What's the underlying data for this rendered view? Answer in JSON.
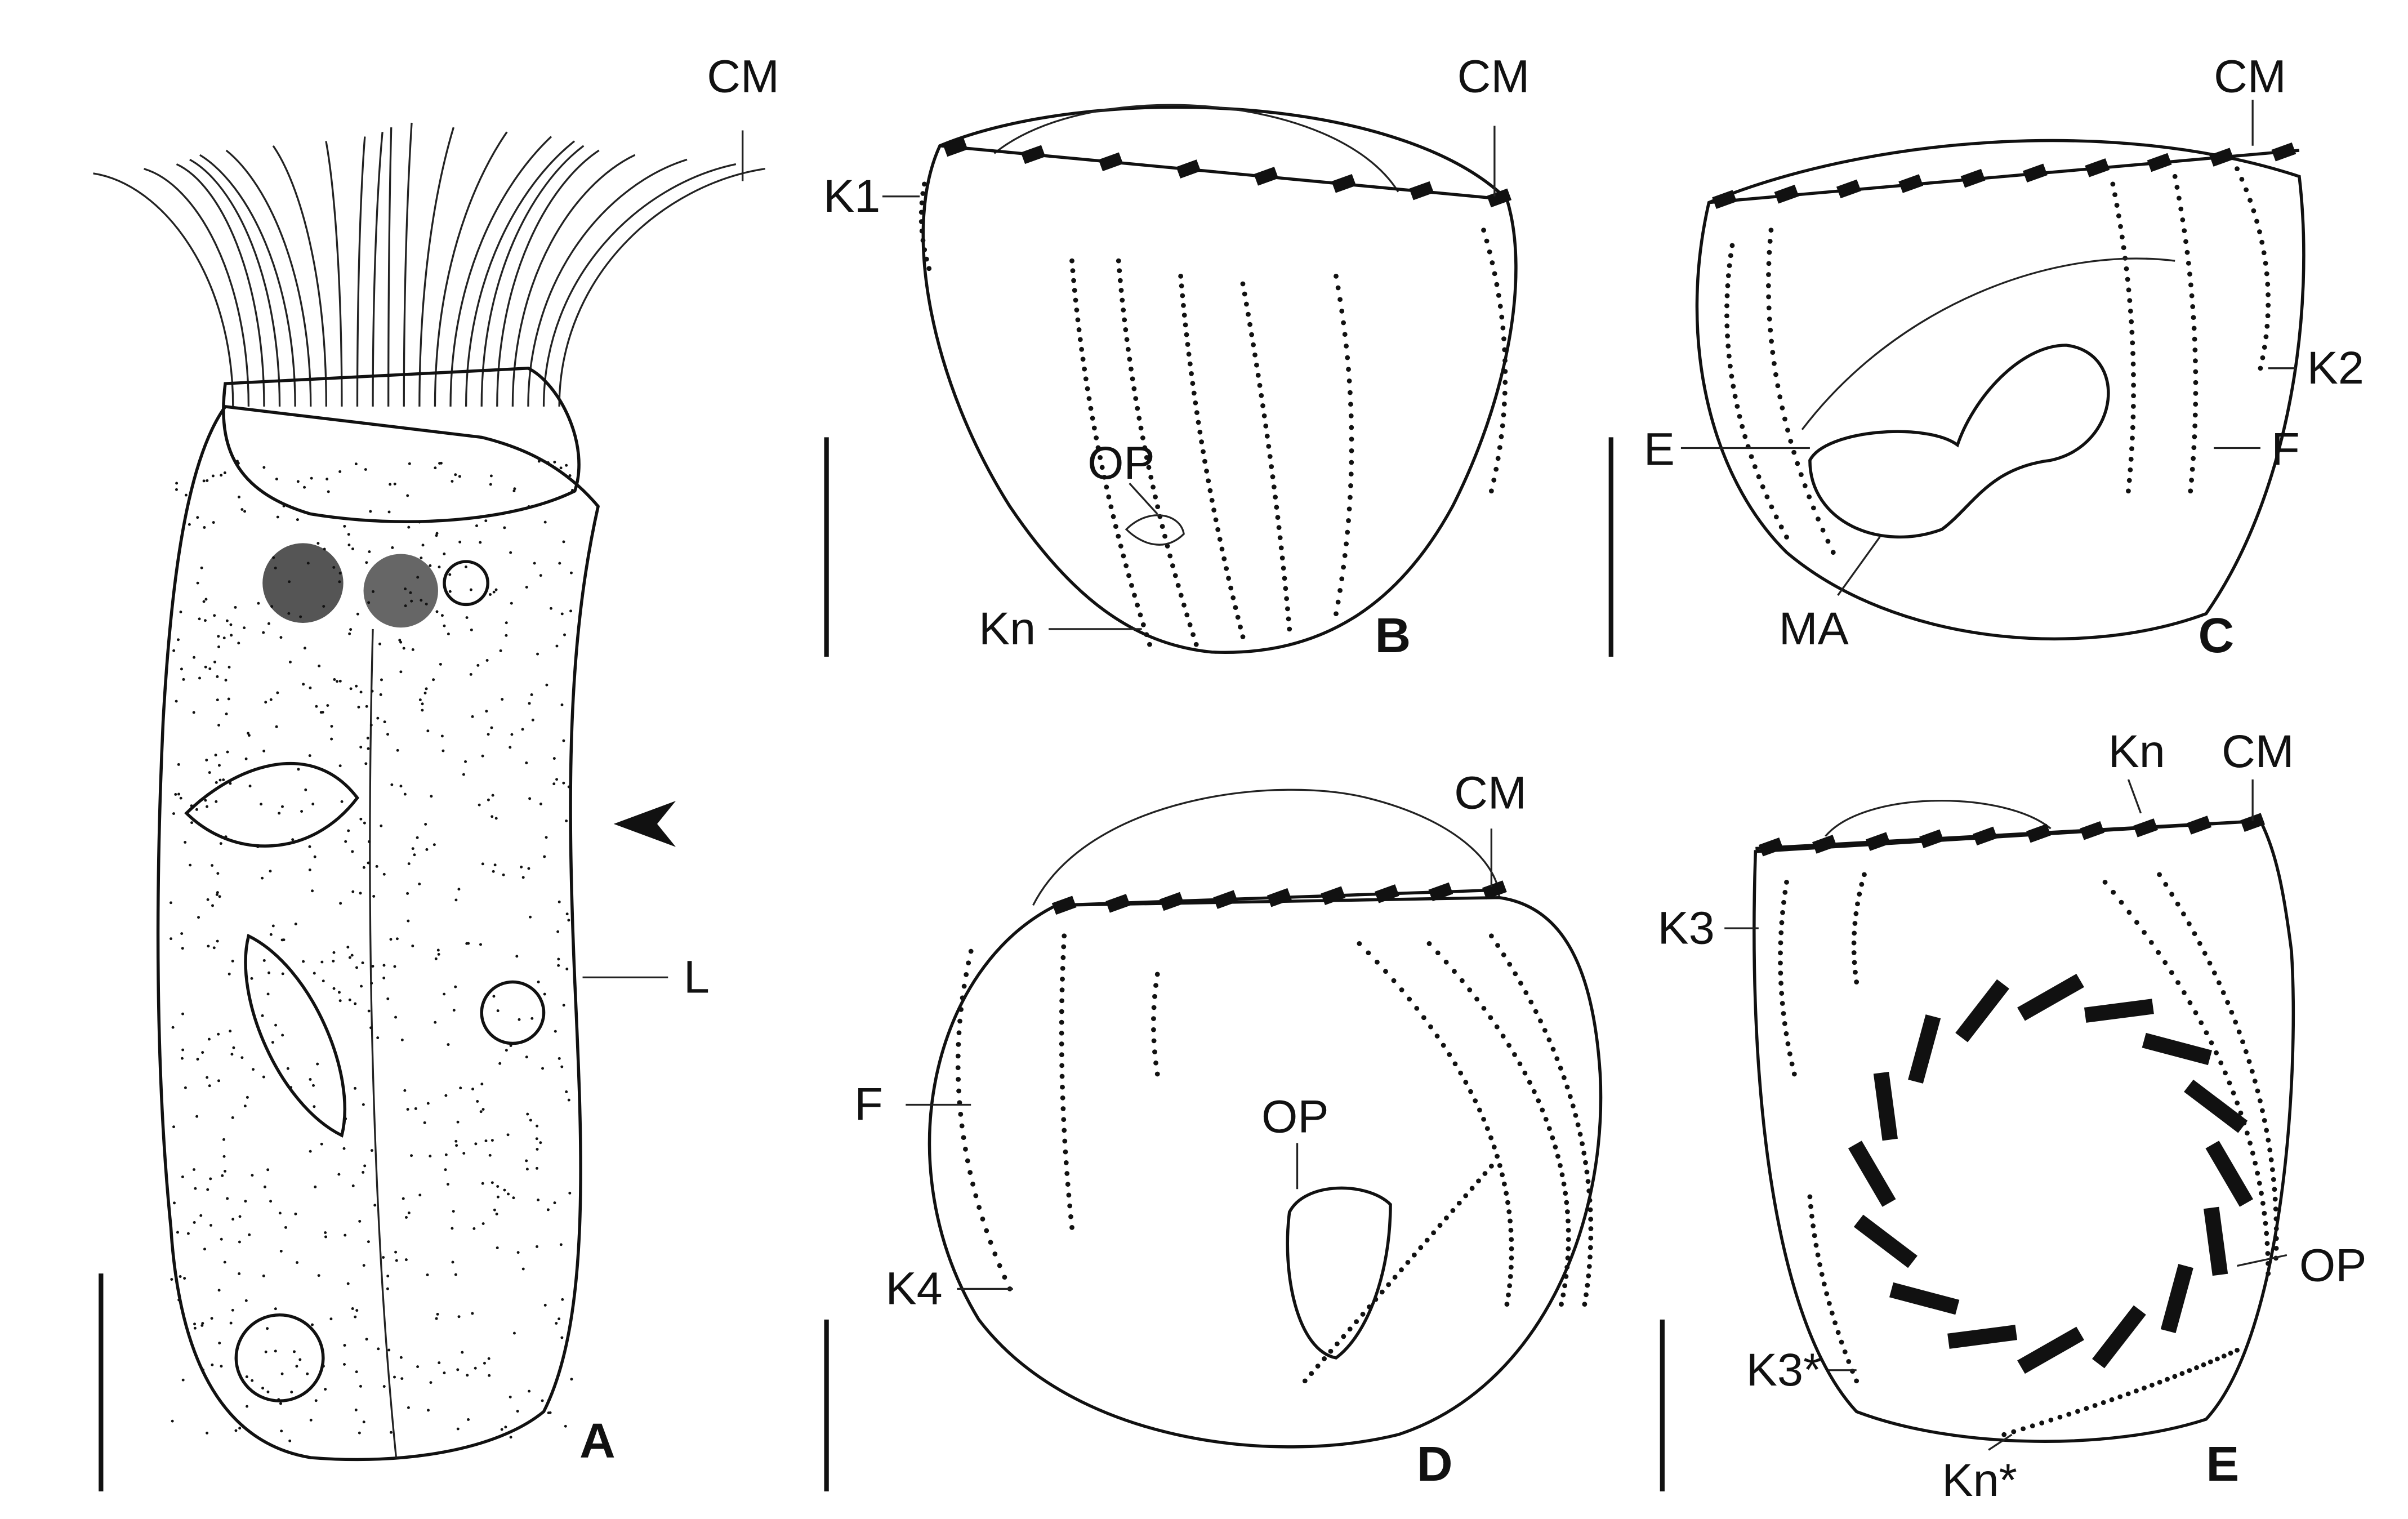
{
  "panels": {
    "A": {
      "letter": "A",
      "labels": {
        "cm": "CM",
        "l": "L"
      }
    },
    "B": {
      "letter": "B",
      "labels": {
        "cm": "CM",
        "k1": "K1",
        "op": "OP",
        "kn": "Kn"
      }
    },
    "C": {
      "letter": "C",
      "labels": {
        "cm": "CM",
        "k2": "K2",
        "e": "E",
        "f": "F",
        "ma": "MA"
      }
    },
    "D": {
      "letter": "D",
      "labels": {
        "cm": "CM",
        "f": "F",
        "op": "OP",
        "k4": "K4"
      }
    },
    "E": {
      "letter": "E",
      "labels": {
        "kn": "Kn",
        "cm": "CM",
        "k3": "K3",
        "op": "OP",
        "k3star": "K3*",
        "knstar": "Kn*"
      }
    }
  },
  "colors": {
    "ink": "#111111",
    "background": "#ffffff"
  }
}
